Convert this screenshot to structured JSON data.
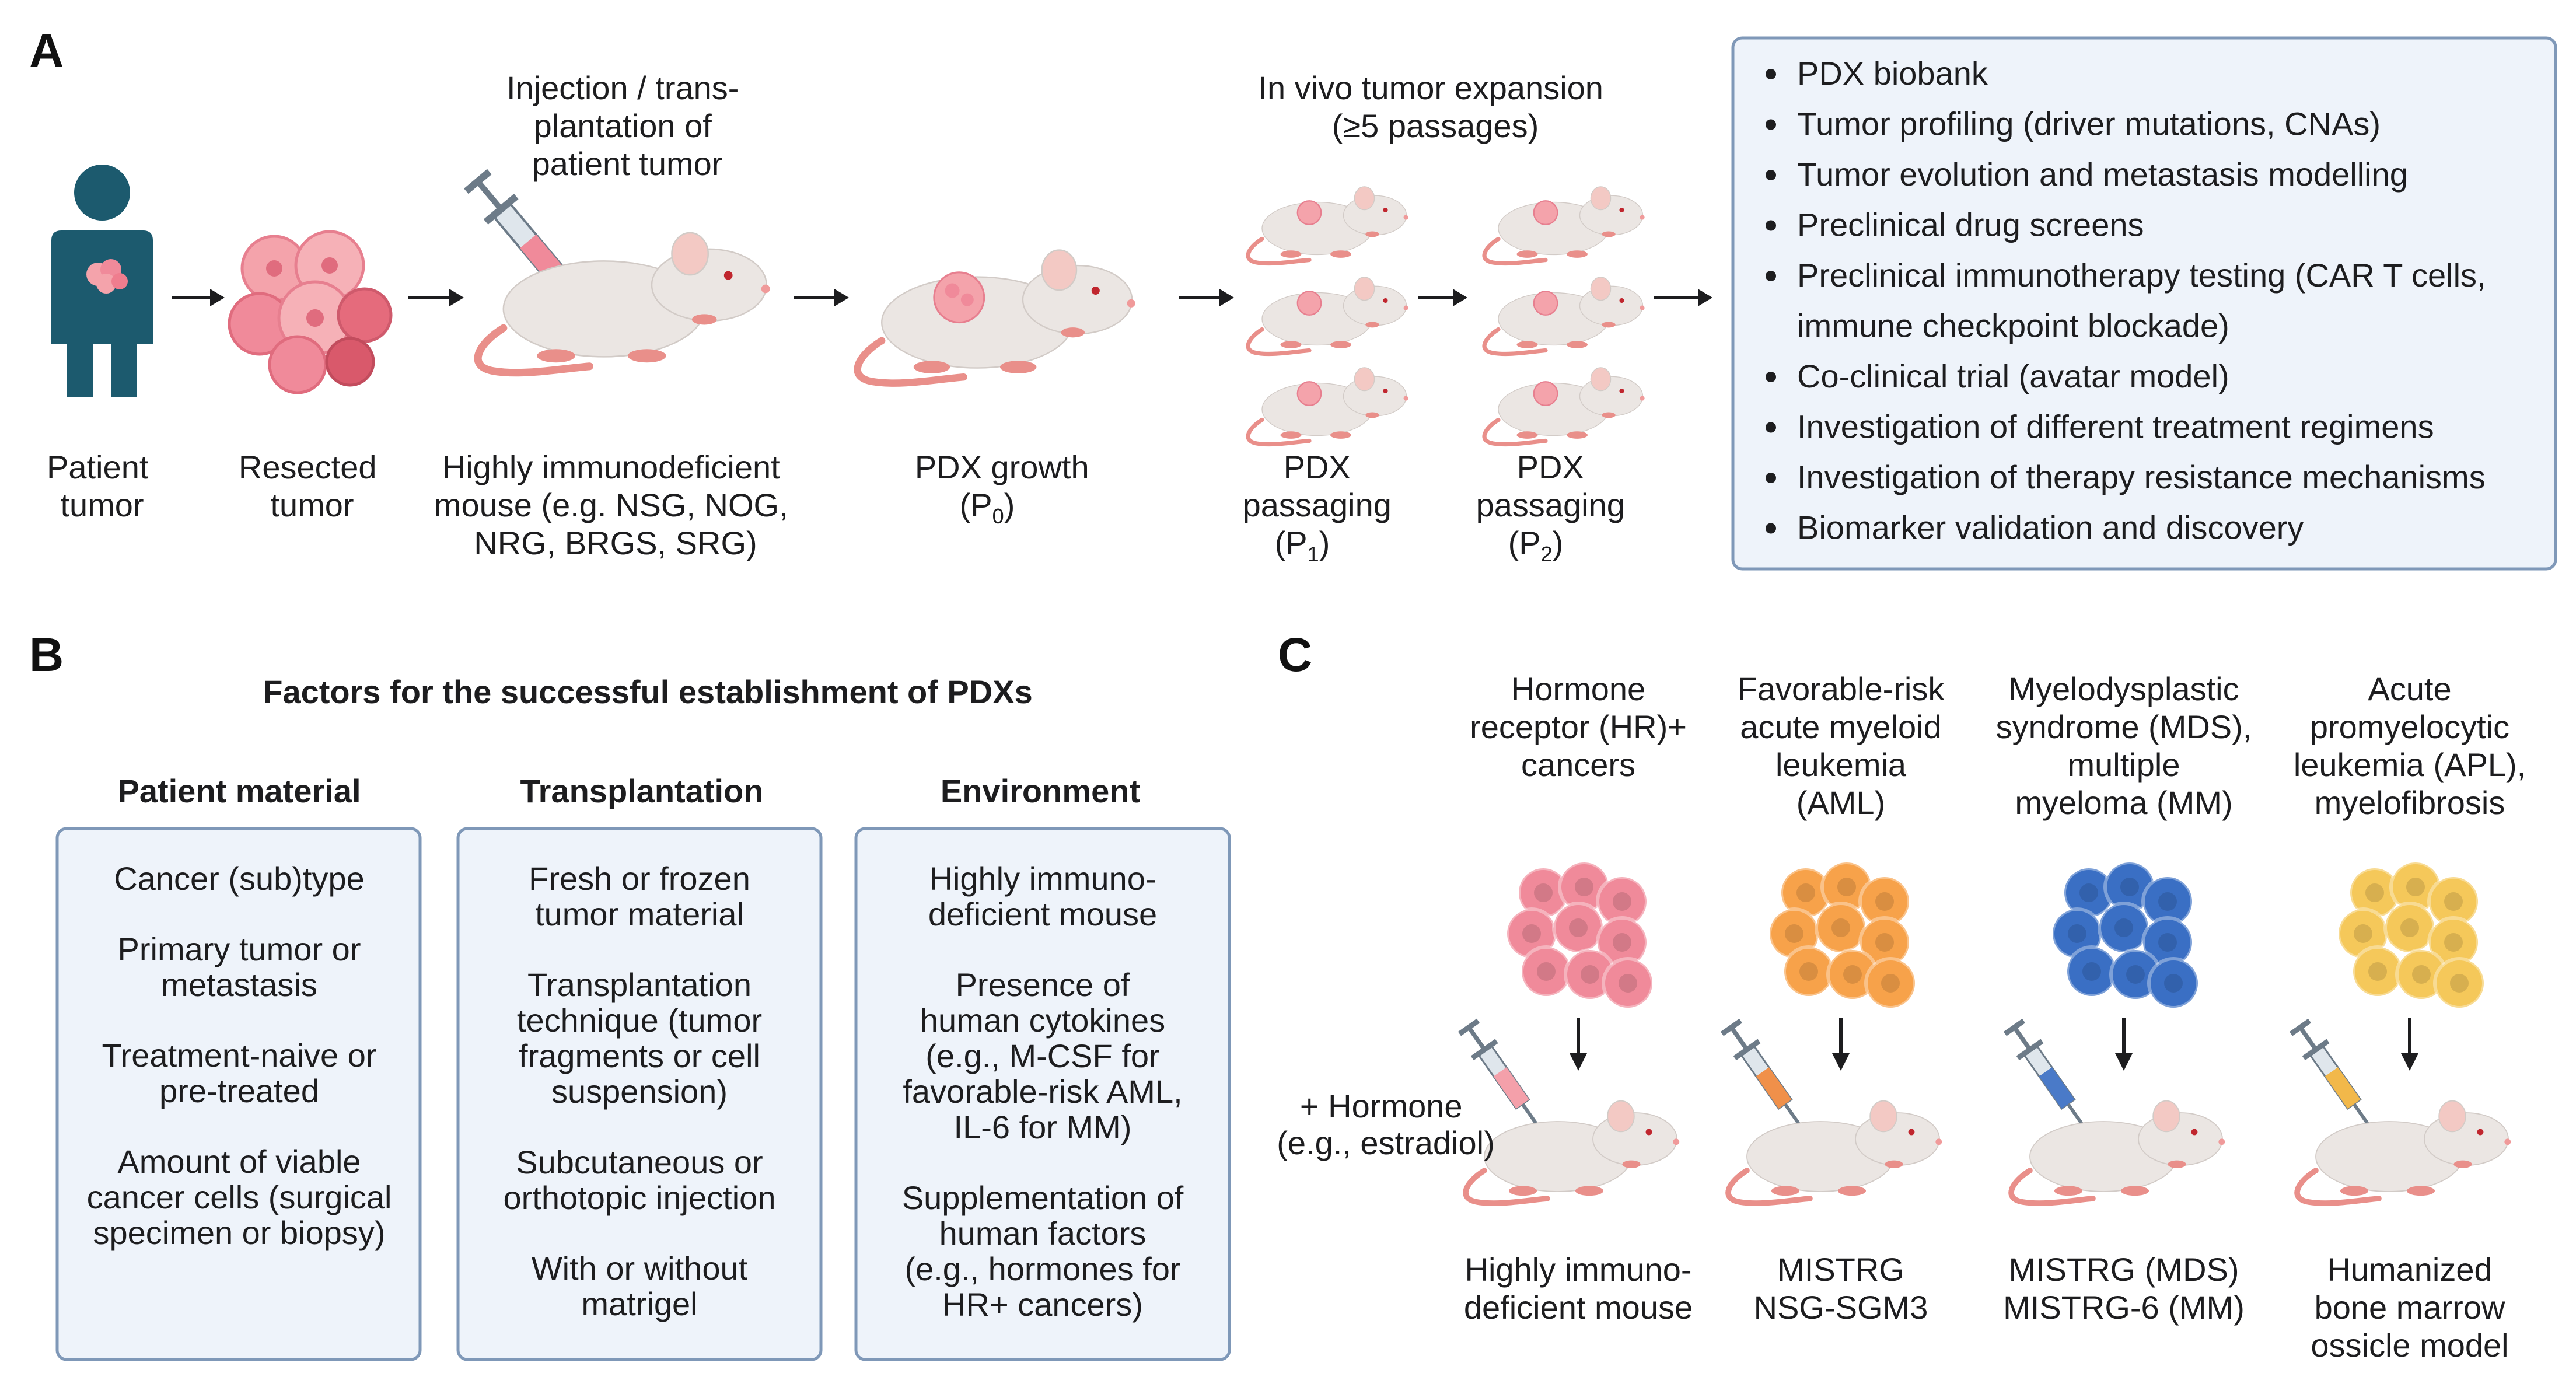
{
  "panel_a": {
    "letter": "A",
    "patient_tumor": [
      "Patient",
      "tumor"
    ],
    "resected_tumor": [
      "Resected",
      "tumor"
    ],
    "injection": [
      "Injection / trans-",
      "plantation of",
      "patient tumor"
    ],
    "mouse_label": [
      "Highly immunodeficient",
      "mouse (e.g. NSG, NOG,",
      "NRG, BRGS, SRG)"
    ],
    "pdx_growth": [
      "PDX growth",
      "(P",
      "0",
      ")"
    ],
    "expansion": [
      "In vivo tumor expansion",
      "(≥5 passages)"
    ],
    "passaging1": [
      "PDX",
      "passaging",
      "(P",
      "1",
      ")"
    ],
    "passaging2": [
      "PDX",
      "passaging",
      "(P",
      "2",
      ")"
    ],
    "applications": [
      "PDX biobank",
      "Tumor profiling (driver mutations, CNAs)",
      "Tumor evolution and metastasis modelling",
      "Preclinical drug screens",
      "Preclinical immunotherapy testing (CAR T cells,",
      "immune checkpoint blockade)",
      "Co-clinical trial (avatar model)",
      "Investigation of different treatment regimens",
      "Investigation of therapy resistance mechanisms",
      "Biomarker validation and discovery"
    ]
  },
  "panel_b": {
    "letter": "B",
    "title": "Factors for the successful establishment of PDXs",
    "columns": [
      {
        "header": "Patient material",
        "lines": [
          "Cancer (sub)type",
          "",
          "Primary tumor or",
          "metastasis",
          "",
          "Treatment-naive or",
          "pre-treated",
          "",
          "Amount of viable",
          "cancer cells (surgical",
          "specimen or biopsy)"
        ]
      },
      {
        "header": "Transplantation",
        "lines": [
          "Fresh or frozen",
          "tumor material",
          "",
          "Transplantation",
          "technique (tumor",
          "fragments or cell",
          "suspension)",
          "",
          "Subcutaneous or",
          "orthotopic injection",
          "",
          "With or without",
          "matrigel"
        ]
      },
      {
        "header": "Environment",
        "lines": [
          "Highly immuno-",
          "deficient mouse",
          "",
          "Presence of",
          "human cytokines",
          "(e.g., M-CSF for",
          "favorable-risk AML,",
          "IL-6 for MM)",
          "",
          "Supplementation of",
          "human factors",
          "(e.g., hormones for",
          "HR+ cancers)"
        ]
      }
    ]
  },
  "panel_c": {
    "letter": "C",
    "hormone_note": [
      "+ Hormone",
      "(e.g., estradiol)"
    ],
    "models": [
      {
        "disease": [
          "Hormone",
          "receptor (HR)+",
          "cancers"
        ],
        "model": [
          "Highly immuno-",
          "deficient mouse"
        ],
        "cell_color": "#f08a9a",
        "syringe": "#f4a0aa"
      },
      {
        "disease": [
          "Favorable-risk",
          "acute myeloid",
          "leukemia",
          "(AML)"
        ],
        "model": [
          "MISTRG",
          "NSG-SGM3"
        ],
        "cell_color": "#f7a24a",
        "syringe": "#f0904a"
      },
      {
        "disease": [
          "Myelodysplastic",
          "syndrome (MDS),",
          "multiple",
          "myeloma (MM)"
        ],
        "model": [
          "MISTRG (MDS)",
          "MISTRG-6 (MM)"
        ],
        "cell_color": "#3a6fc4",
        "syringe": "#4a7ac8"
      },
      {
        "disease": [
          "Acute",
          "promyelocytic",
          "leukemia (APL),",
          "myelofibrosis"
        ],
        "model": [
          "Humanized",
          "bone marrow",
          "ossicle model"
        ],
        "cell_color": "#f5c85a",
        "syringe": "#f2b84a"
      }
    ]
  },
  "colors": {
    "box_fill": "#eef3fa",
    "box_stroke": "#7f98b8",
    "patient": "#1c5a6e",
    "tumor": "#f4a3ab",
    "mouse_body": "#ebe6e3",
    "mouse_tail": "#e98f8a"
  }
}
